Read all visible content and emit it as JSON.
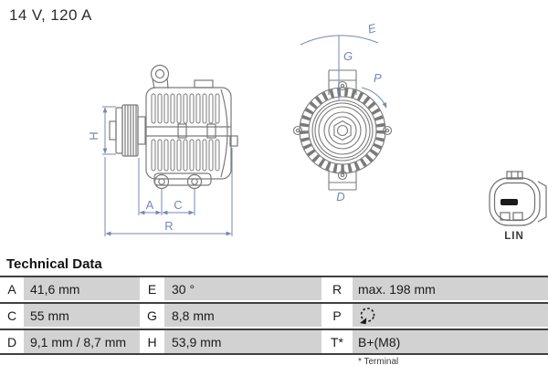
{
  "header": {
    "title": "14 V, 120 A"
  },
  "diagram": {
    "side_view": {
      "dim_labels": {
        "H": "H",
        "A": "A",
        "C": "C",
        "R": "R"
      }
    },
    "front_view": {
      "dim_labels": {
        "E": "E",
        "G": "G",
        "P": "P",
        "D": "D"
      }
    },
    "connector": {
      "label": "LIN"
    },
    "colors": {
      "dimension_blue": "#7787b3",
      "drawing_gray": "#7a7a7a"
    }
  },
  "table": {
    "heading": "Technical Data",
    "rows": [
      {
        "c1": {
          "key": "A",
          "value": "41,6 mm"
        },
        "c2": {
          "key": "E",
          "value": "30 °"
        },
        "c3": {
          "key": "R",
          "value": "max. 198 mm"
        }
      },
      {
        "c1": {
          "key": "C",
          "value": "55 mm"
        },
        "c2": {
          "key": "G",
          "value": "8,8 mm"
        },
        "c3": {
          "key": "P",
          "value": "",
          "icon": "rotation-direction-clockwise"
        }
      },
      {
        "c1": {
          "key": "D",
          "value": "9,1 mm / 8,7 mm"
        },
        "c2": {
          "key": "H",
          "value": "53,9 mm"
        },
        "c3": {
          "key": "T*",
          "value": "B+(M8)"
        }
      }
    ],
    "footnote": "* Terminal",
    "colors": {
      "row_bg": "#d2d2d2",
      "row_border": "#3f3f3f",
      "text": "#1a1a1a"
    }
  }
}
